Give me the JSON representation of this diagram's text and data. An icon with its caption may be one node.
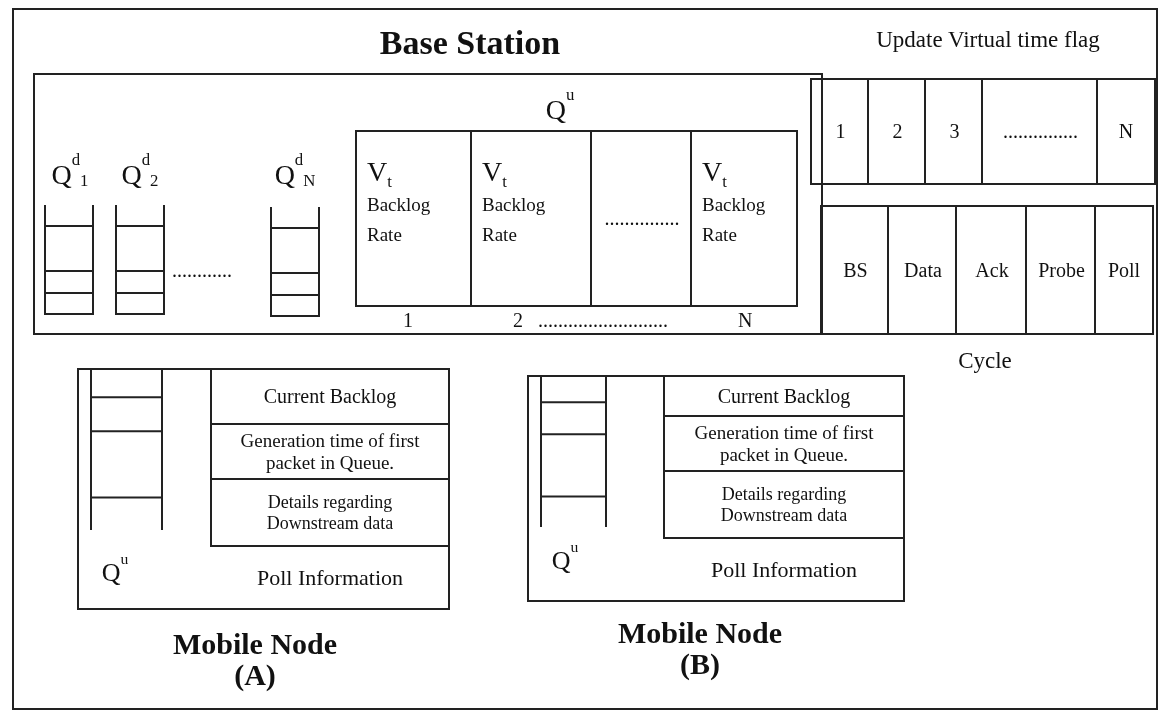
{
  "diagram": {
    "nodes": [
      {
        "text": [
          "Base Station"
        ]
      },
      {
        "text": [
          "Q$^{d}$$_{1}$"
        ],
        "in": 0
      },
      {
        "text": [
          "Q$^{d}$$_{2}$"
        ],
        "in": 0
      },
      {
        "text": [
          "Q$^{d}$$_{N}$"
        ],
        "in": 0
      },
      {
        "text": [
          "Q$^{u}$"
        ],
        "in": 0
      },
      {
        "text": [
          "V$_{t}$",
          "Backlog Rate"
        ],
        "in": 4
      },
      {
        "text": [
          "V$_{t}$",
          "Backlog Rate"
        ],
        "in": 4
      },
      {
        "text": [
          "..............."
        ],
        "in": 4
      },
      {
        "text": [
          "V$_{t}$",
          "Backlog Rate"
        ],
        "in": 4
      },
      {
        "text": [
          "Update Virtual time flag"
        ]
      },
      {
        "text": [
          "1"
        ],
        "in": 9
      },
      {
        "text": [
          "2"
        ],
        "in": 9
      },
      {
        "text": [
          "3"
        ],
        "in": 9
      },
      {
        "text": [
          "..............."
        ],
        "in": 9
      },
      {
        "text": [
          "N"
        ],
        "in": 9
      },
      {
        "text": [
          "Cycle"
        ]
      },
      {
        "text": [
          "BS"
        ],
        "in": 15
      },
      {
        "text": [
          "Data"
        ],
        "in": 15
      },
      {
        "text": [
          "Ack"
        ],
        "in": 15
      },
      {
        "text": [
          "Probe"
        ],
        "in": 15
      },
      {
        "text": [
          "Poll"
        ],
        "in": 15
      },
      {
        "text": [
          "Mobile Node (A)"
        ]
      },
      {
        "text": [
          "Q$^{u}$"
        ],
        "in": 21
      },
      {
        "text": [
          "Current Backlog"
        ],
        "in": 21
      },
      {
        "text": [
          "Generation time of first packet in Queue."
        ],
        "in": 21
      },
      {
        "text": [
          "Details regarding Downstream data"
        ],
        "in": 21
      },
      {
        "text": [
          "Poll Information"
        ],
        "in": 21
      },
      {
        "text": [
          "Mobile Node (B)"
        ]
      },
      {
        "text": [
          "Q$^{u}$"
        ],
        "in": 27
      },
      {
        "text": [
          "Current Backlog"
        ],
        "in": 27
      },
      {
        "text": [
          "Generation time of first packet in Queue."
        ],
        "in": 27
      },
      {
        "text": [
          "Details regarding Downstream data"
        ],
        "in": 27
      },
      {
        "text": [
          "Poll Information"
        ],
        "in": 27
      }
    ],
    "labels": [
      "............",
      "1",
      "2",
      "..........................",
      "N"
    ]
  }
}
